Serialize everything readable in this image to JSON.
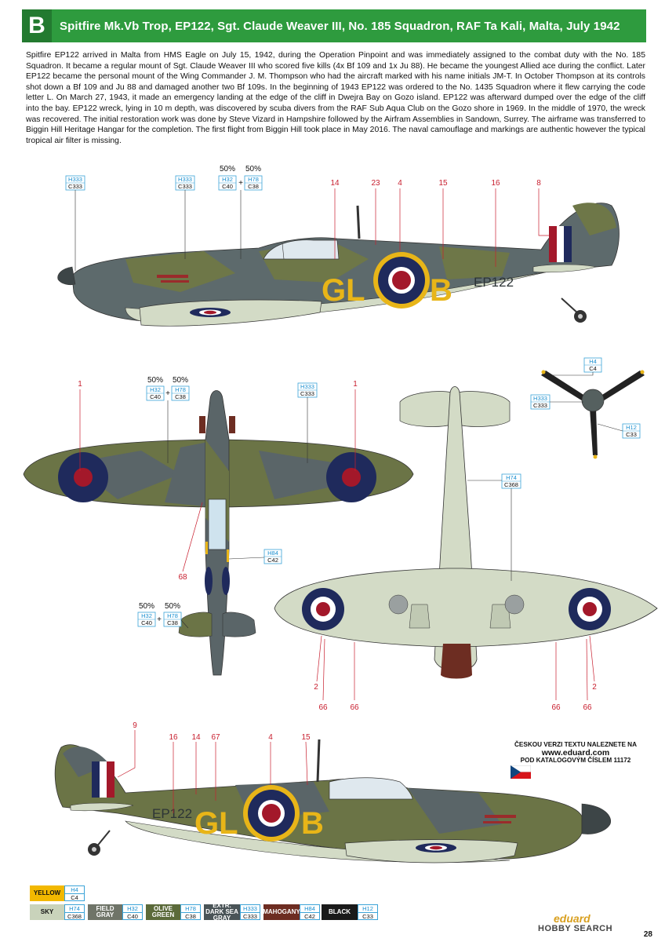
{
  "header": {
    "letter": "B",
    "title": "Spitfire Mk.Vb Trop, EP122, Sgt. Claude Weaver III, No. 185 Squadron, RAF Ta Kali, Malta, July 1942"
  },
  "description": "Spitfire EP122 arrived in Malta from HMS Eagle on July 15, 1942, during the Operation Pinpoint and was immediately assigned to the combat duty with the No. 185 Squadron. It became a regular mount of Sgt. Claude Weaver III who scored five kills (4x Bf 109 and 1x Ju 88). He became the youngest Allied ace during the conflict. Later EP122 became the personal mount of the Wing Commander J. M. Thompson who had the aircraft marked with his name initials JM-T. In October Thompson at its controls shot down a Bf 109 and Ju 88 and damaged another two Bf 109s. In the beginning of 1943 EP122 was ordered to the No. 1435 Squadron where it flew carrying the code letter L. On March 27, 1943, it made an emergency landing at the edge of the cliff in Dwejra Bay on Gozo island. EP122 was afterward dumped over the edge of the cliff into the bay. EP122 wreck, lying in 10 m depth, was discovered by scuba divers from the RAF Sub Aqua Club on the Gozo shore in 1969. In the middle of 1970, the wreck was recovered. The initial restoration work was done by Steve Vizard in Hampshire followed by the Airfram Assemblies in Sandown, Surrey. The airframe was transferred to Biggin Hill Heritage Hangar for the completion. The first flight from Biggin Hill took place in May 2016. The naval camouflage and markings are authentic however the typical tropical air filter is missing.",
  "aircraft": {
    "code_left": "GL",
    "code_right": "B",
    "serial": "EP122"
  },
  "callouts": {
    "side_top": [
      "14",
      "23",
      "4",
      "15",
      "16",
      "8"
    ],
    "side_bottom": [
      "9",
      "16",
      "14",
      "67",
      "4",
      "15"
    ],
    "plan_top": [
      "1",
      "1",
      "68"
    ],
    "plan_bottom": [
      "2",
      "2",
      "66",
      "66",
      "66",
      "66"
    ]
  },
  "mix": {
    "pct_a": "50%",
    "pct_b": "50%",
    "plus": "+"
  },
  "codes": {
    "h333": "H333",
    "c333": "C333",
    "h32": "H32",
    "c40": "C40",
    "h78": "H78",
    "c38": "C38",
    "h4": "H4",
    "c4": "C4",
    "h12": "H12",
    "c33": "C33",
    "h74": "H74",
    "c368": "C368",
    "h84": "H84",
    "c42": "C42"
  },
  "legend": [
    {
      "name": "YELLOW",
      "h": "H4",
      "c": "C4",
      "color": "#f2b800",
      "text": "#111"
    },
    {
      "name": "SKY",
      "h": "H74",
      "c": "C368",
      "color": "#c9d3bb",
      "text": "#111"
    },
    {
      "name": "FIELD GRAY",
      "h": "H32",
      "c": "C40",
      "color": "#6f7468",
      "text": "#fff"
    },
    {
      "name": "OLIVE GREEN",
      "h": "H78",
      "c": "C38",
      "color": "#5b6a3a",
      "text": "#fff"
    },
    {
      "name": "EXTR. DARK SEA GRAY",
      "h": "H333",
      "c": "C333",
      "color": "#4a5457",
      "text": "#fff"
    },
    {
      "name": "MAHOGANY",
      "h": "H84",
      "c": "C42",
      "color": "#6d2d22",
      "text": "#fff"
    },
    {
      "name": "BLACK",
      "h": "H12",
      "c": "C33",
      "color": "#1a1a1a",
      "text": "#fff"
    }
  ],
  "czech_note": {
    "line1": "ČESKOU VERZI TEXTU NALEZNETE NA",
    "url": "www.eduard.com",
    "line3": "POD KATALOGOVÝM ČÍSLEM 11172"
  },
  "footer": {
    "brand": "eduard",
    "watermark": "HOBBY SEARCH",
    "page": "28"
  },
  "colors": {
    "header_green": "#2e9b3e",
    "roundel_blue": "#1f2a5c",
    "roundel_red": "#a3182a",
    "code_yellow": "#e8b518",
    "sky": "#d3dbc6",
    "sea_gray": "#5a6568",
    "olive": "#6b7446"
  }
}
